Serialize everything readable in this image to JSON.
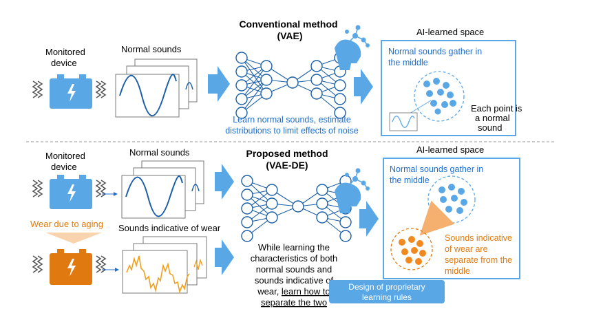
{
  "colors": {
    "blue_accent": "#1f6fd0",
    "light_blue": "#5aa7e6",
    "dark_blue_wave": "#1a5fa8",
    "orange": "#e07a10",
    "orange_light": "#f5b070",
    "dashed_divider": "#9a9a9a"
  },
  "conventional": {
    "monitored_device": [
      "Monitored",
      "device"
    ],
    "normal_sounds": "Normal sounds",
    "title_line1": "Conventional method",
    "title_line2": "(VAE)",
    "caption_line1": "Learn normal sounds, estimate",
    "caption_line2": "distributions to limit effects of noise",
    "space_label": "AI-learned space",
    "space_text_line1": "Normal sounds gather in",
    "space_text_line2": "the middle",
    "point_note": [
      "Each point is",
      "a normal",
      "sound"
    ]
  },
  "proposed": {
    "monitored_device": [
      "Monitored",
      "device"
    ],
    "normal_sounds": "Normal sounds",
    "wear_due_to_aging": "Wear due to aging",
    "wear_sounds": "Sounds indicative of wear",
    "title_line1": "Proposed method",
    "title_line2": "(VAE-DE)",
    "caption_lines": [
      "While learning the",
      "characteristics of both",
      "normal sounds and",
      "sounds indicative of"
    ],
    "caption_line5_prefix": "wear, ",
    "caption_line5_underlined": "learn how to",
    "caption_line6_underlined": "separate the two",
    "rules_box_line1": "Design of proprietary",
    "rules_box_line2": "learning rules",
    "space_label": "AI-learned space",
    "space_text_line1": "Normal sounds gather in",
    "space_text_line2": "the middle",
    "wear_note": [
      "Sounds indicative",
      "of wear are",
      "separate from the",
      "middle"
    ]
  }
}
